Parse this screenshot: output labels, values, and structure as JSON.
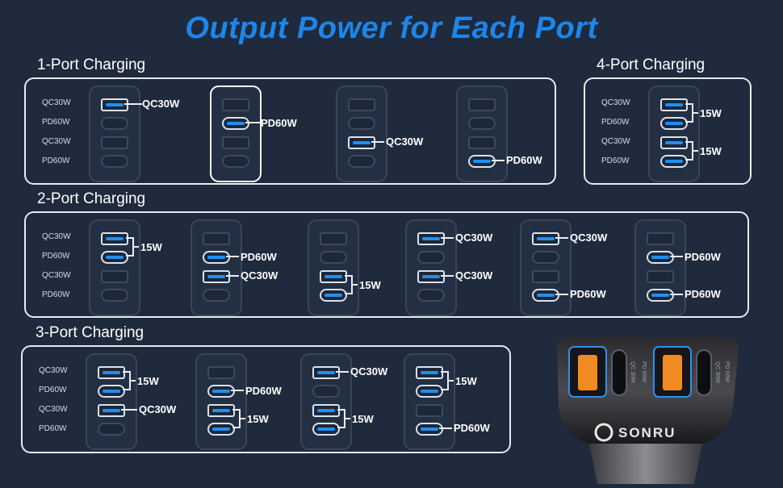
{
  "title": "Output Power for Each Port",
  "port_names": [
    "QC30W",
    "PD60W",
    "QC30W",
    "PD60W"
  ],
  "sections": {
    "one": "1-Port Charging",
    "four": "4-Port Charging",
    "two": "2-Port Charging",
    "three": "3-Port Charging"
  },
  "labels": {
    "qc30": "QC30W",
    "pd60": "PD60W",
    "w15": "15W"
  },
  "charger": {
    "brand": "SONRU",
    "port_text": [
      "QC 30W",
      "PD 60W",
      "QC 30W",
      "PD 60W"
    ]
  },
  "colors": {
    "background": "#1f2a3c",
    "title": "#1c86ea",
    "port_active": "#1f8ff5"
  }
}
